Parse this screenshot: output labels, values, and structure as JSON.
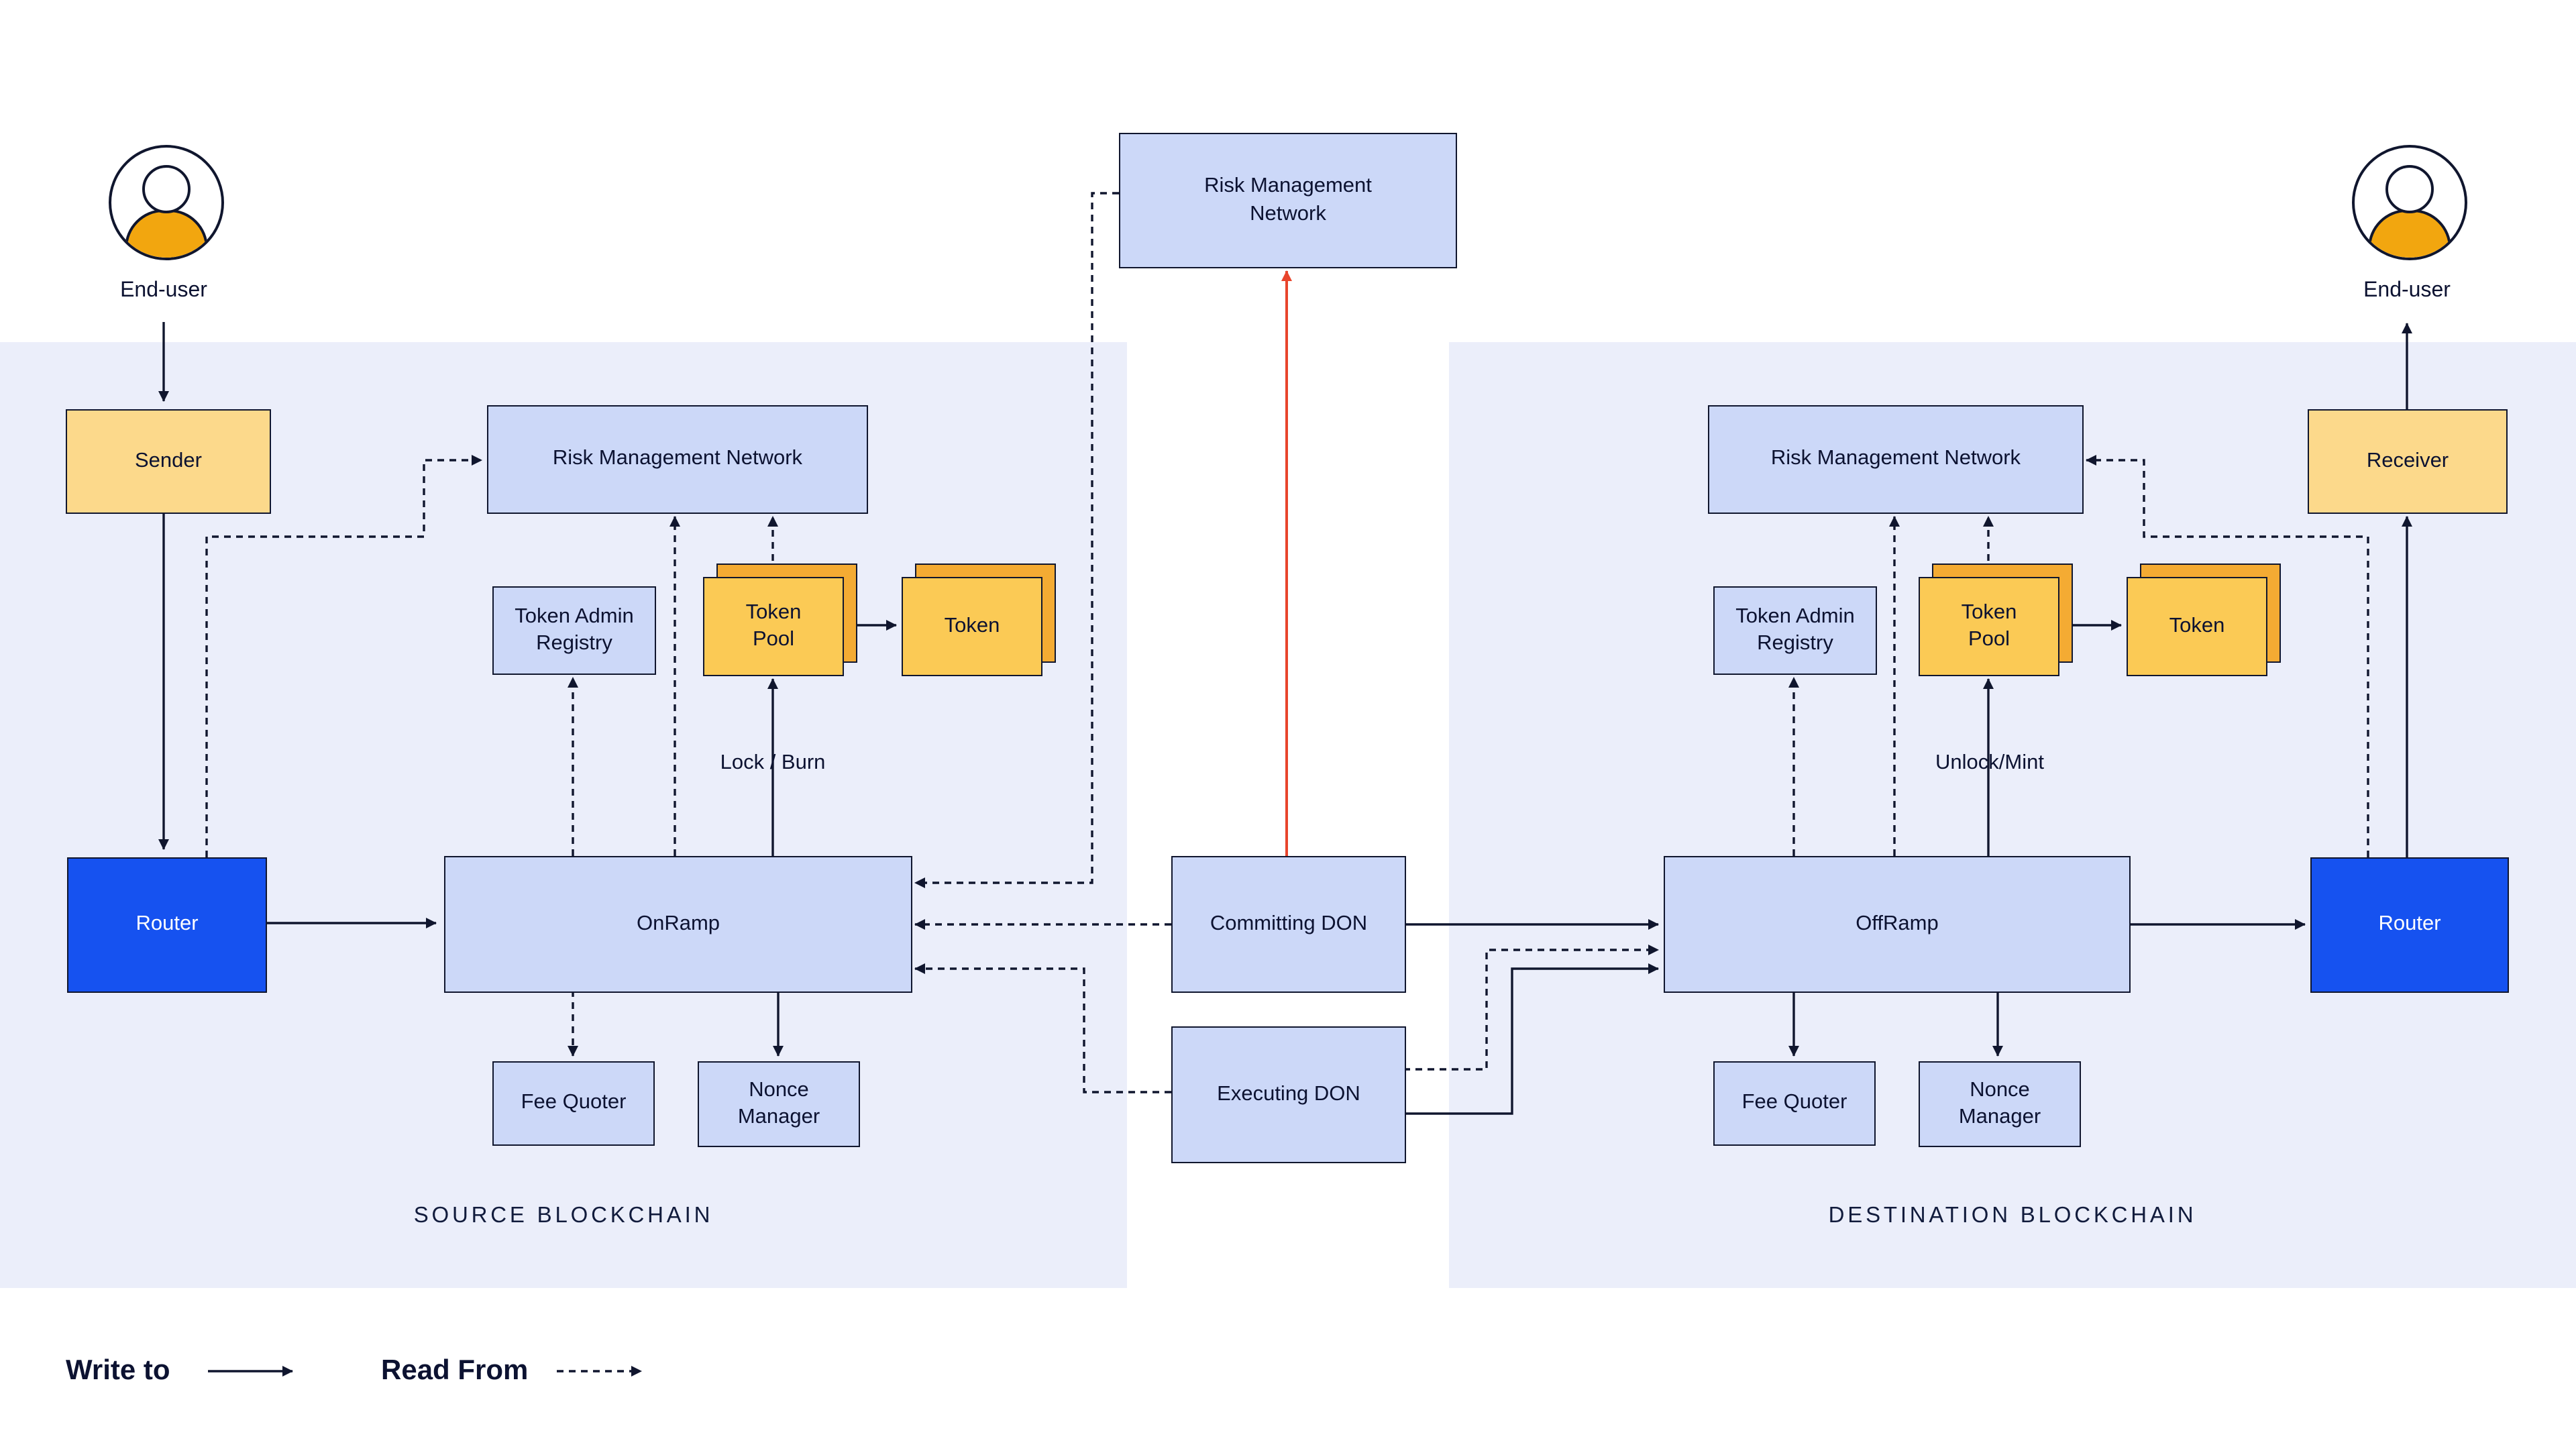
{
  "legend": {
    "write_to": "Write to",
    "read_from": "Read From"
  },
  "top_center": {
    "risk_management_network": "Risk Management Network"
  },
  "dons": {
    "committing": "Committing DON",
    "executing": "Executing DON"
  },
  "source": {
    "section_label": "SOURCE BLOCKCHAIN",
    "end_user": "End-user",
    "sender": "Sender",
    "risk_management_network": "Risk Management Network",
    "token_admin_registry": "Token Admin Registry",
    "token_pool": "Token Pool",
    "token": "Token",
    "lock_burn_label": "Lock / Burn",
    "router": "Router",
    "onramp": "OnRamp",
    "fee_quoter": "Fee Quoter",
    "nonce_manager": "Nonce Manager"
  },
  "destination": {
    "section_label": "DESTINATION BLOCKCHAIN",
    "end_user": "End-user",
    "receiver": "Receiver",
    "risk_management_network": "Risk Management Network",
    "token_admin_registry": "Token Admin Registry",
    "token_pool": "Token Pool",
    "token": "Token",
    "unlock_mint_label": "Unlock/Mint",
    "router": "Router",
    "offramp": "OffRamp",
    "fee_quoter": "Fee Quoter",
    "nonce_manager": "Nonce Manager"
  },
  "colors": {
    "line": "#10162e",
    "node_fill": "#ccd8f8",
    "panel_bg": "#ebeefa",
    "sender_yellow": "#fcd98b",
    "token_yellow": "#fbca55",
    "token_back": "#f4ab33",
    "router_blue": "#1652f0",
    "red_arrow": "#e8452c",
    "avatar_orange": "#f2a60f"
  }
}
